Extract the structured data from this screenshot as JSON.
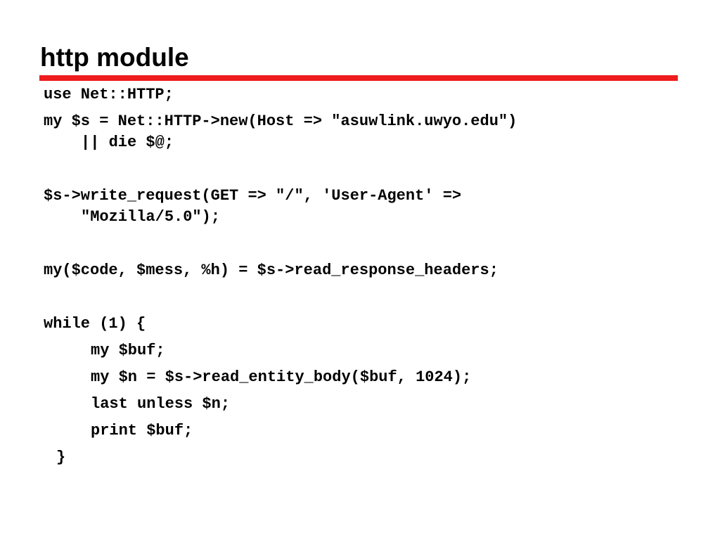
{
  "slide": {
    "title": "http module",
    "accent_color": "#ee1c1c",
    "code_lines": {
      "l1": "use Net::HTTP;",
      "l2": "my $s = Net::HTTP->new(Host => \"asuwlink.uwyo.edu\")",
      "l3": "|| die $@;",
      "l4": "$s->write_request(GET => \"/\", 'User-Agent' =>",
      "l5": "\"Mozilla/5.0\");",
      "l6": "my($code, $mess, %h) = $s->read_response_headers;",
      "l7": "while (1) {",
      "l8": "my $buf;",
      "l9": "my $n = $s->read_entity_body($buf, 1024);",
      "l10": "last unless $n;",
      "l11": "print $buf;",
      "l12": "}"
    }
  }
}
